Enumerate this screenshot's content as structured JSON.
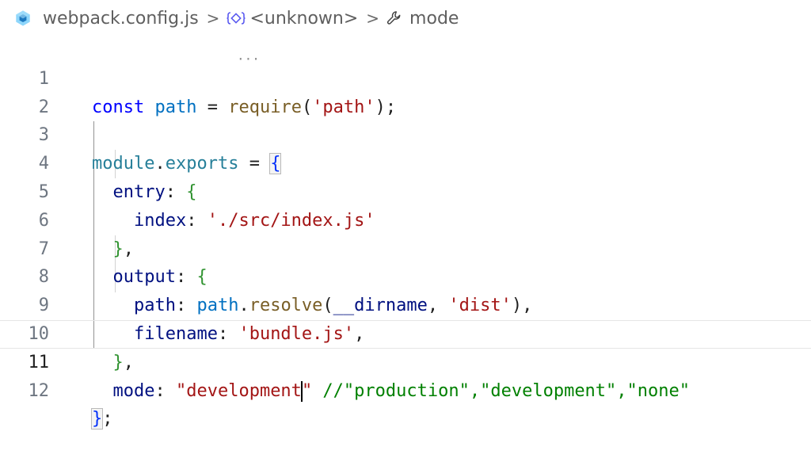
{
  "breadcrumb": {
    "file": "webpack.config.js",
    "symbol": "<unknown>",
    "property": "mode",
    "file_icon": "webpack-icon",
    "symbol_icon": "namespace-icon",
    "property_icon": "wrench-icon"
  },
  "editor": {
    "current_line": 11,
    "lines": [
      {
        "num": "1"
      },
      {
        "num": "2"
      },
      {
        "num": "3"
      },
      {
        "num": "4"
      },
      {
        "num": "5"
      },
      {
        "num": "6"
      },
      {
        "num": "7"
      },
      {
        "num": "8"
      },
      {
        "num": "9"
      },
      {
        "num": "10"
      },
      {
        "num": "11"
      },
      {
        "num": "12"
      }
    ],
    "tokens": {
      "l1": [
        "const",
        " ",
        "path",
        " = ",
        "require",
        "(",
        "'path'",
        ");"
      ],
      "l3": [
        "module",
        ".",
        "exports",
        " = ",
        "{"
      ],
      "l4": [
        "  ",
        "entry",
        ": ",
        "{"
      ],
      "l5": [
        "    ",
        "index",
        ": ",
        "'./src/index.js'"
      ],
      "l6": [
        "  ",
        "}",
        ","
      ],
      "l7": [
        "  ",
        "output",
        ": ",
        "{"
      ],
      "l8": [
        "    ",
        "path",
        ": ",
        "path",
        ".",
        "resolve",
        "(",
        "__dirname",
        ", ",
        "'dist'",
        "),"
      ],
      "l9": [
        "    ",
        "filename",
        ": ",
        "'bundle.js'",
        ","
      ],
      "l10": [
        "  ",
        "}",
        ","
      ],
      "l11": [
        "  ",
        "mode",
        ": ",
        "\"development",
        "\"",
        " //\"production\",\"development\",\"none\""
      ],
      "l12": [
        "}",
        ";"
      ]
    }
  },
  "colors": {
    "keyword": "#0000ff",
    "variable": "#0070c1",
    "identifier": "#267f99",
    "function": "#795e26",
    "property": "#001080",
    "string": "#a31515",
    "comment": "#008000",
    "brace_inner": "#319331",
    "brace_outer": "#0431fa"
  }
}
